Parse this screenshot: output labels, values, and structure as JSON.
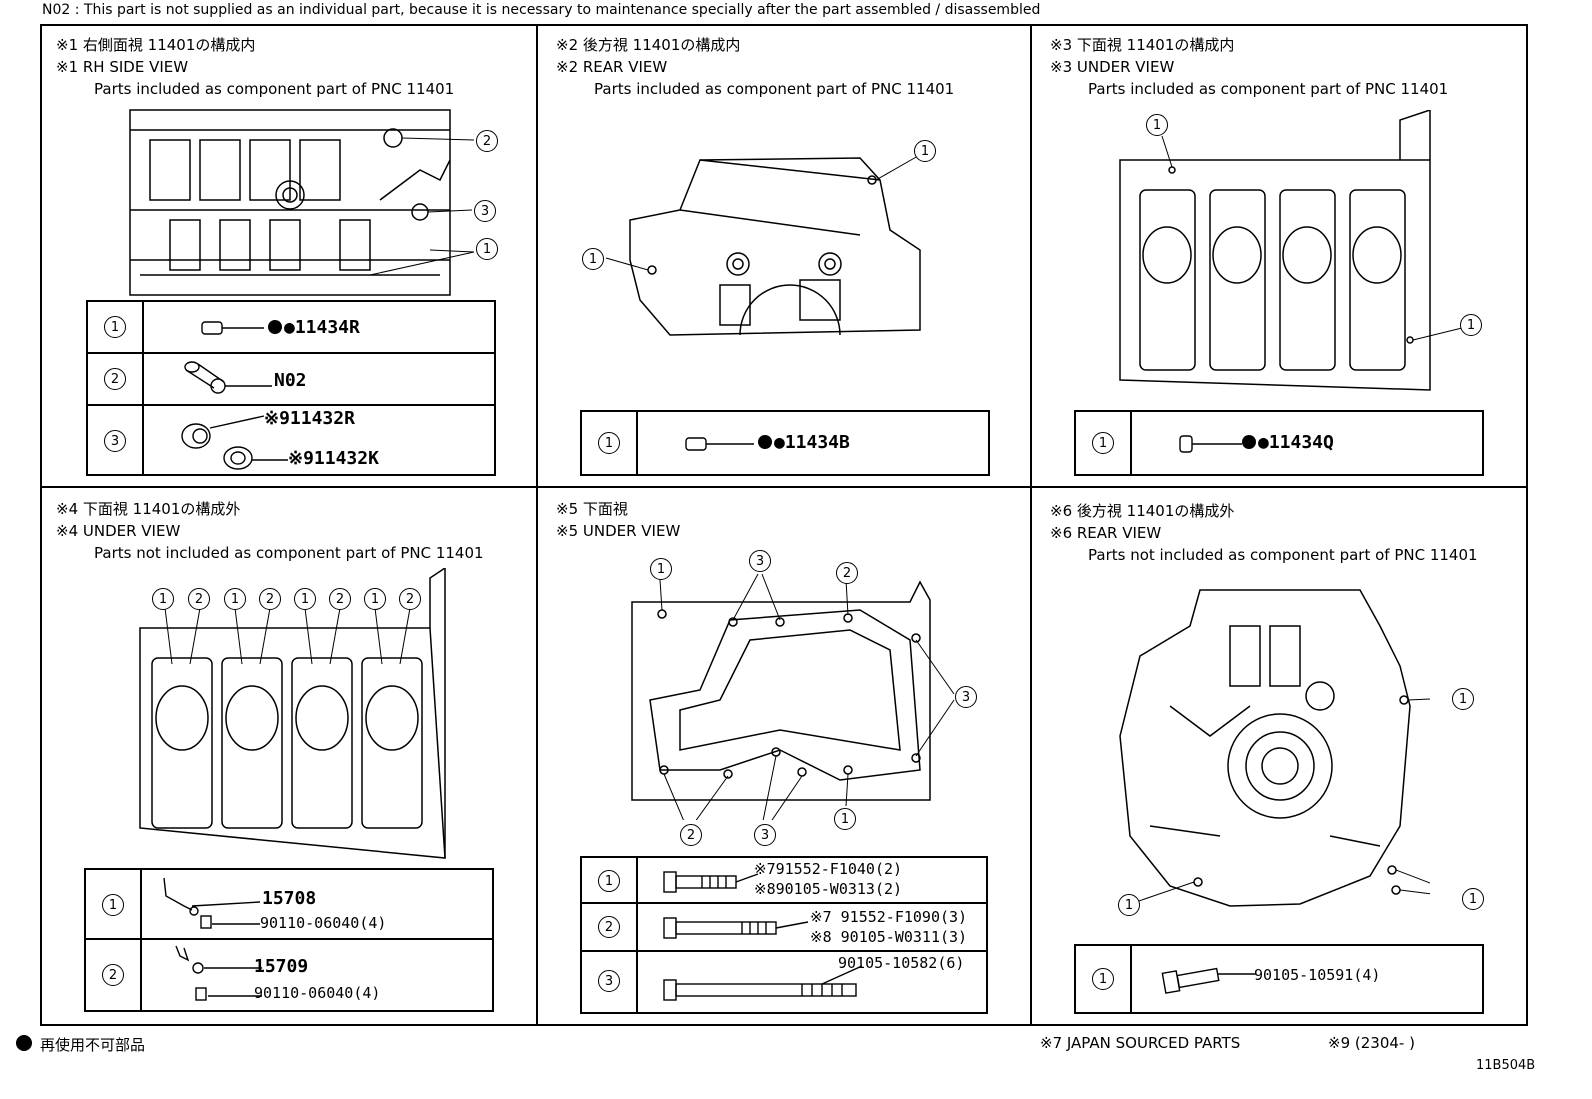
{
  "header_note": "N02 : This part is not supplied as an individual part, because it is necessary to maintenance specially after the part assembled / disassembled",
  "panels": [
    {
      "title_jp": "※1 右側面視 11401の構成内",
      "title_en": "※1 RH SIDE VIEW",
      "subtitle": "Parts included as component part of PNC 11401",
      "rows": [
        {
          "num": "1",
          "parts": [
            "●11434R"
          ]
        },
        {
          "num": "2",
          "parts": [
            "N02"
          ]
        },
        {
          "num": "3",
          "parts": [
            "※911432R",
            "※911432K"
          ]
        }
      ]
    },
    {
      "title_jp": "※2 後方視 11401の構成内",
      "title_en": "※2 REAR VIEW",
      "subtitle": "Parts included as component part of PNC 11401",
      "rows": [
        {
          "num": "1",
          "parts": [
            "●11434B"
          ]
        }
      ]
    },
    {
      "title_jp": "※3 下面視 11401の構成内",
      "title_en": "※3 UNDER VIEW",
      "subtitle": "Parts included as component part of PNC 11401",
      "rows": [
        {
          "num": "1",
          "parts": [
            "●11434Q"
          ]
        }
      ]
    },
    {
      "title_jp": "※4 下面視 11401の構成外",
      "title_en": "※4 UNDER VIEW",
      "subtitle": "Parts not included as component part of PNC 11401",
      "rows": [
        {
          "num": "1",
          "parts": [
            "15708",
            "90110-06040(4)"
          ]
        },
        {
          "num": "2",
          "parts": [
            "15709",
            "90110-06040(4)"
          ]
        }
      ]
    },
    {
      "title_jp": "※5 下面視",
      "title_en": "※5 UNDER VIEW",
      "subtitle": "",
      "rows": [
        {
          "num": "1",
          "parts": [
            "※791552-F1040(2)",
            "※890105-W0313(2)"
          ]
        },
        {
          "num": "2",
          "parts": [
            "※7 91552-F1090(3)",
            "※8 90105-W0311(3)"
          ]
        },
        {
          "num": "3",
          "parts": [
            "90105-10582(6)"
          ]
        }
      ]
    },
    {
      "title_jp": "※6 後方視 11401の構成外",
      "title_en": "※6 REAR VIEW",
      "subtitle": "Parts not included as component part of PNC 11401",
      "rows": [
        {
          "num": "1",
          "parts": [
            "90105-10591(4)"
          ]
        }
      ]
    }
  ],
  "footer": {
    "legend": "再使用不可部品",
    "note7": "※7  JAPAN SOURCED PARTS",
    "note9": "※9 (2304-        )",
    "code": "11B504B"
  }
}
